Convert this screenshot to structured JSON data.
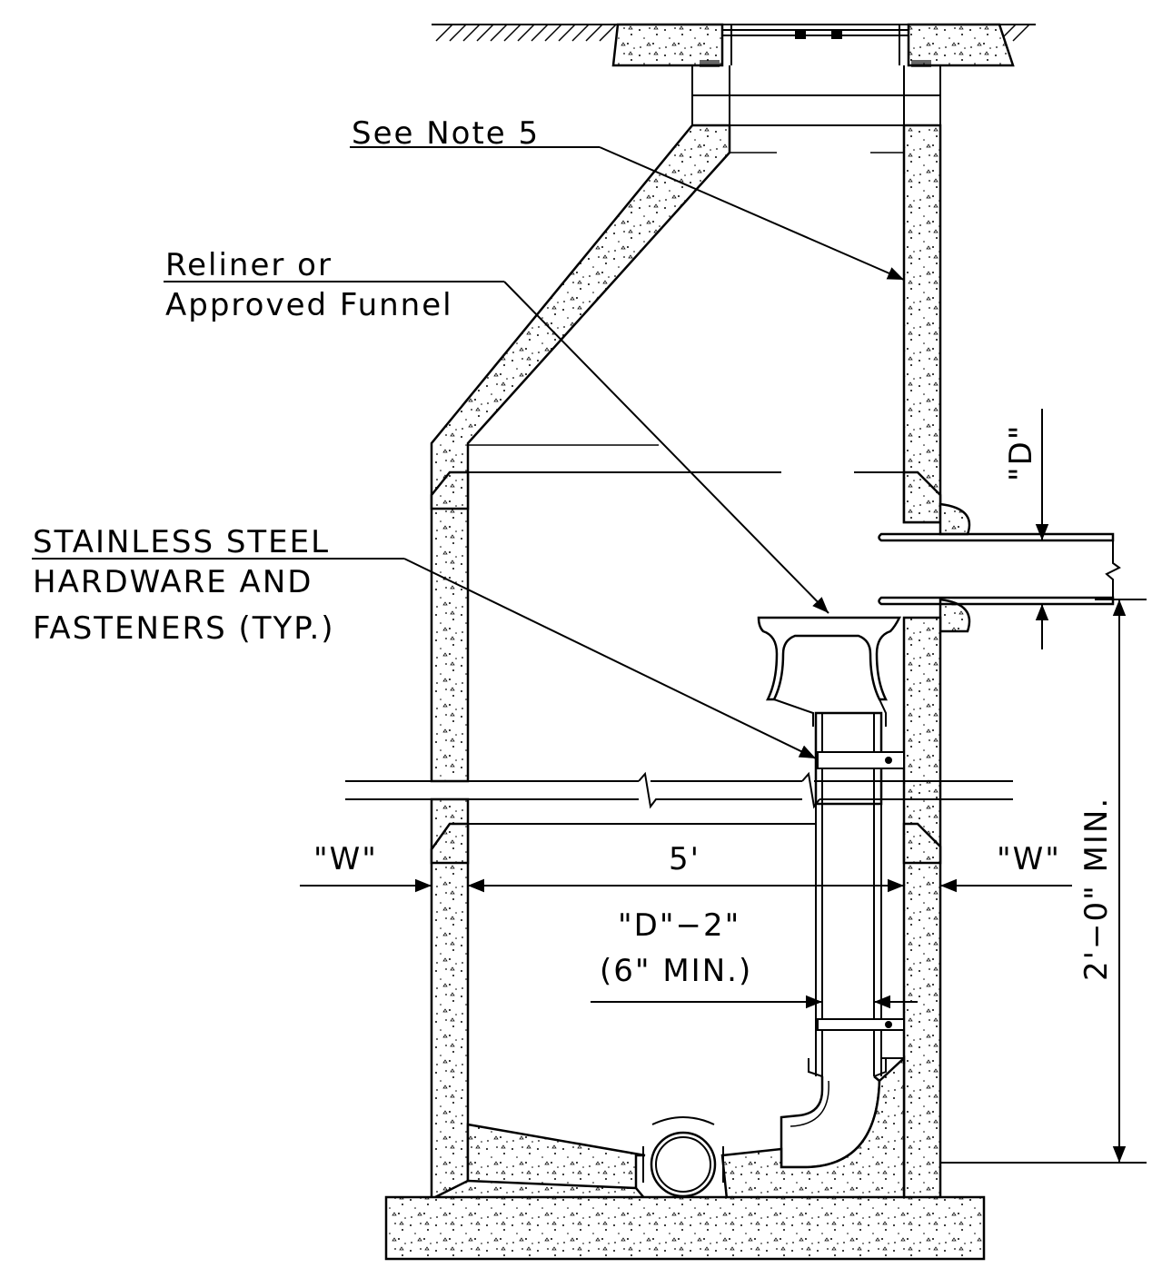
{
  "labels": {
    "note5": "See Note 5",
    "reliner_line1": "Reliner or",
    "reliner_line2": "Approved Funnel",
    "stainless_line1": "STAINLESS STEEL",
    "stainless_line2": "HARDWARE AND",
    "stainless_line3": "FASTENERS (TYP.)",
    "dim_d": "\"D\"",
    "dim_w_left": "\"W\"",
    "dim_w_right": "\"W\"",
    "dim_5ft": "5'",
    "dim_d_minus2": "\"D\"−2\"",
    "dim_6min": "(6\" MIN.)",
    "dim_2ft_min": "2'−0\" MIN."
  }
}
